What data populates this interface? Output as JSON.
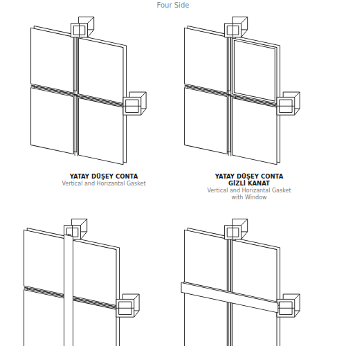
{
  "diagram": {
    "labels": [
      "Four Side",
      "YATAY DÜŞEY CONTA",
      "Vertical and Horizantal Gasket",
      "YATAY DÜŞEY CONTA GİZLİ KANAT",
      "Vertical and Horizantal Gasket with Window"
    ]
  }
}
